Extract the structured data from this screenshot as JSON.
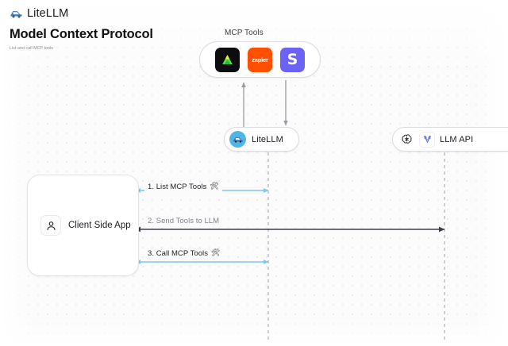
{
  "header": {
    "brand": "LiteLLM",
    "brand_logo_icon": "litellm-car-icon",
    "title": "Model Context Protocol",
    "subtitle": "List and call MCP tools"
  },
  "diagram": {
    "mcp_group": {
      "label": "MCP Tools",
      "tools": [
        {
          "name": "dark-triangle-tool",
          "kind": "triangle",
          "label": "",
          "bg": "#0d0d0f"
        },
        {
          "name": "zapier-tool",
          "kind": "text",
          "label": "zapier",
          "bg": "#ff4f00"
        },
        {
          "name": "slack-s-tool",
          "kind": "letter",
          "label": "S",
          "bg": "#6a63f6"
        }
      ]
    },
    "litellm_node": {
      "label": "LiteLLM",
      "icon": "litellm-avatar-icon"
    },
    "llm_api_node": {
      "label": "LLM API",
      "icons": [
        "openai-icon",
        "anthropic-icon"
      ]
    },
    "client_node": {
      "label": "Client Side App",
      "icon": "user-icon"
    },
    "edges": [
      {
        "id": "edge-list-mcp-tools",
        "label": "1. List MCP Tools",
        "icon": "tools-icon",
        "glyph": "🛠",
        "style": "blue",
        "color": "#7cc8f0"
      },
      {
        "id": "edge-send-tools-to-llm",
        "label": "2. Send Tools to LLM",
        "icon": "",
        "glyph": "",
        "style": "grey",
        "color": "#5b5b63"
      },
      {
        "id": "edge-call-mcp-tools",
        "label": "3. Call MCP Tools",
        "icon": "tools-icon",
        "glyph": "🛠",
        "style": "blue",
        "color": "#7cc8f0"
      }
    ],
    "colors": {
      "canvas": "#fbfbfb",
      "dot_grid": "#e8e8ea",
      "node_border": "#dcdce1",
      "blue_edge": "#7cc8f0",
      "dark_edge": "#5b5b63",
      "lifeline": "#b9b9c0"
    }
  }
}
